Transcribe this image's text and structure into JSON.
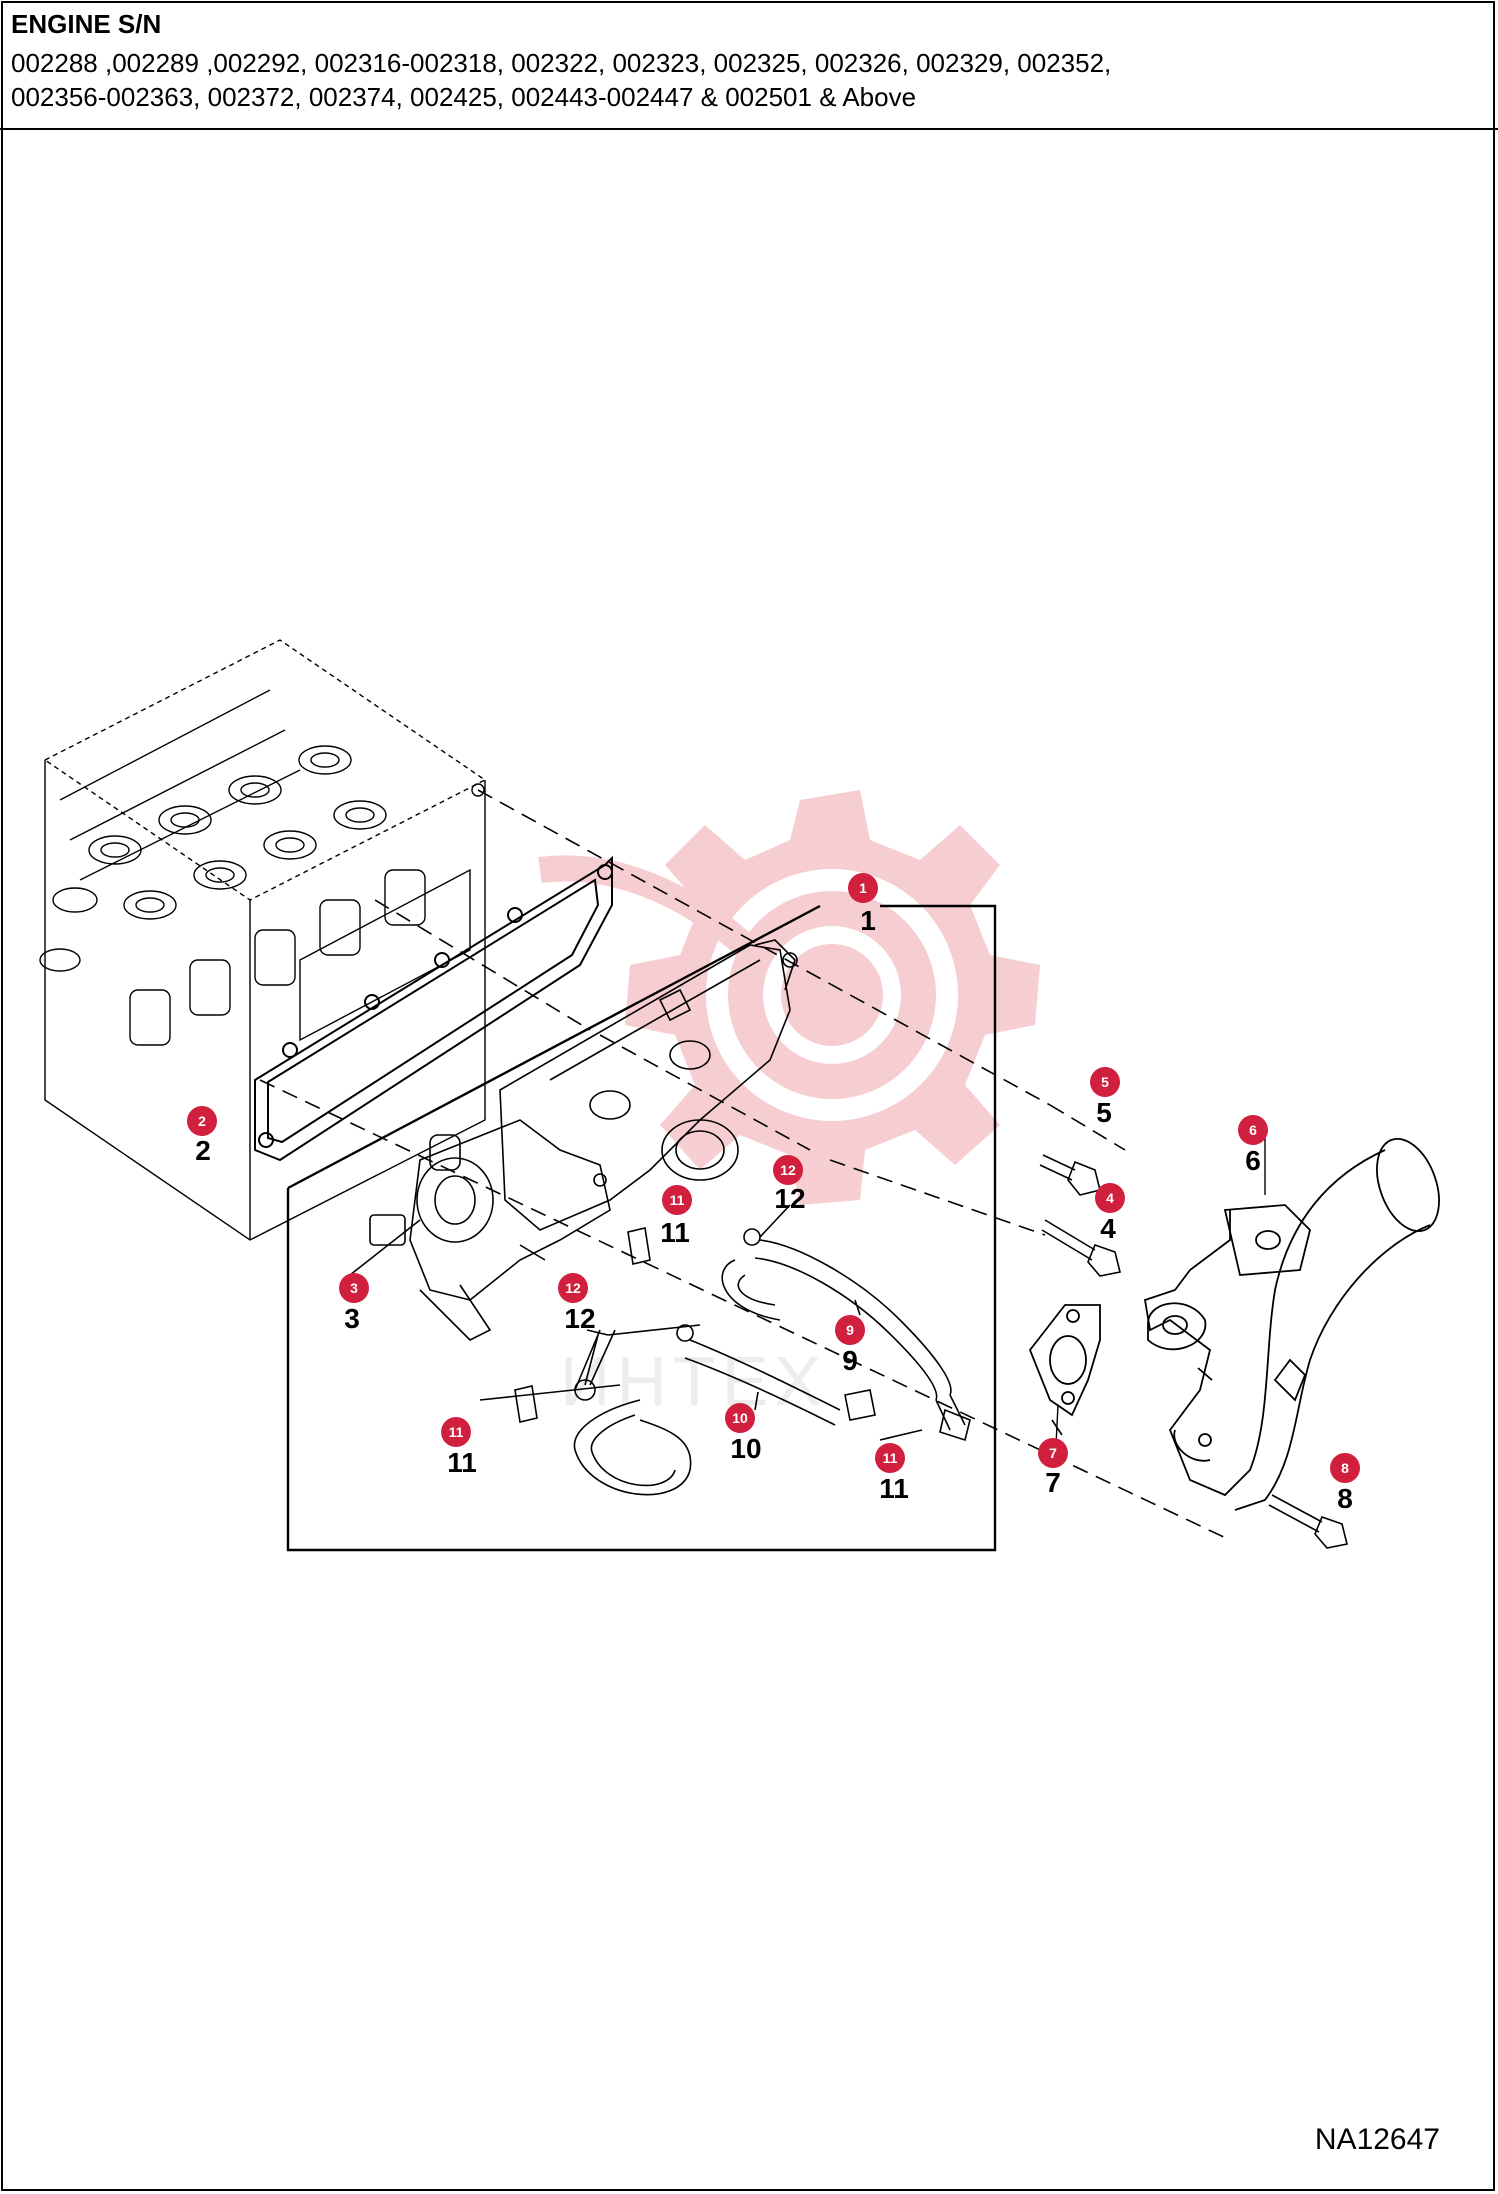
{
  "header": {
    "title": "ENGINE S/N",
    "serials_line1": "002288 ,002289 ,002292, 002316-002318, 002322, 002323, 002325, 002326, 002329, 002352,",
    "serials_line2": "002356-002363, 002372, 002374, 002425, 002443-002447 & 002501 & Above"
  },
  "figure_code": "NA12647",
  "watermark_text": "ИНТЕХ",
  "colors": {
    "callout": "#d11f3e",
    "watermark": "#f6c9cd",
    "line": "#000000"
  },
  "callouts": [
    {
      "id": "c1",
      "badge": "1",
      "label": "1"
    },
    {
      "id": "c2",
      "badge": "2",
      "label": "2"
    },
    {
      "id": "c3",
      "badge": "3",
      "label": "3"
    },
    {
      "id": "c4",
      "badge": "4",
      "label": "4"
    },
    {
      "id": "c5",
      "badge": "5",
      "label": "5"
    },
    {
      "id": "c6",
      "badge": "6",
      "label": "6"
    },
    {
      "id": "c7",
      "badge": "7",
      "label": "7"
    },
    {
      "id": "c8",
      "badge": "8",
      "label": "8"
    },
    {
      "id": "c9",
      "badge": "9",
      "label": "9"
    },
    {
      "id": "c10",
      "badge": "10",
      "label": "10"
    },
    {
      "id": "c11a",
      "badge": "11",
      "label": "11"
    },
    {
      "id": "c11b",
      "badge": "11",
      "label": "11"
    },
    {
      "id": "c11c",
      "badge": "11",
      "label": "11"
    },
    {
      "id": "c12a",
      "badge": "12",
      "label": "12"
    },
    {
      "id": "c12b",
      "badge": "12",
      "label": "12"
    }
  ]
}
